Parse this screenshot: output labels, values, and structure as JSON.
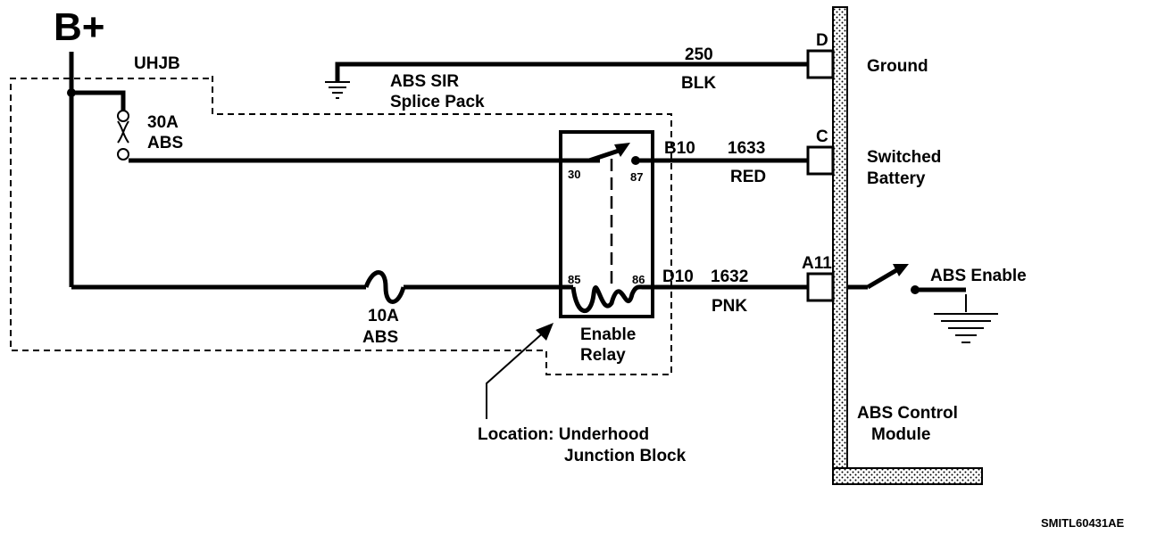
{
  "supply_label": "B+",
  "uhjb_label": "UHJB",
  "abs_sir": {
    "line1": "ABS SIR",
    "line2": "Splice Pack"
  },
  "fuse_30a": {
    "line1": "30A",
    "line2": "ABS"
  },
  "fuse_10a": {
    "line1": "10A",
    "line2": "ABS"
  },
  "relay": {
    "line1": "Enable",
    "line2": "Relay",
    "pin30": "30",
    "pin87": "87",
    "pin85": "85",
    "pin86": "86",
    "pin_b10": "B10",
    "pin_d10": "D10"
  },
  "circuits": {
    "ground": {
      "number": "250",
      "color": "BLK"
    },
    "switched": {
      "number": "1633",
      "color": "RED"
    },
    "enable": {
      "number": "1632",
      "color": "PNK"
    }
  },
  "module_pins": {
    "d": "D",
    "c": "C",
    "a11": "A11"
  },
  "module_labels": {
    "ground": "Ground",
    "switched_line1": "Switched",
    "switched_line2": "Battery",
    "abs_enable": "ABS Enable",
    "module_line1": "ABS Control",
    "module_line2": "Module"
  },
  "location": {
    "line1": "Location:  Underhood",
    "line2": "Junction Block"
  },
  "figure_id": "SMITL60431AE"
}
